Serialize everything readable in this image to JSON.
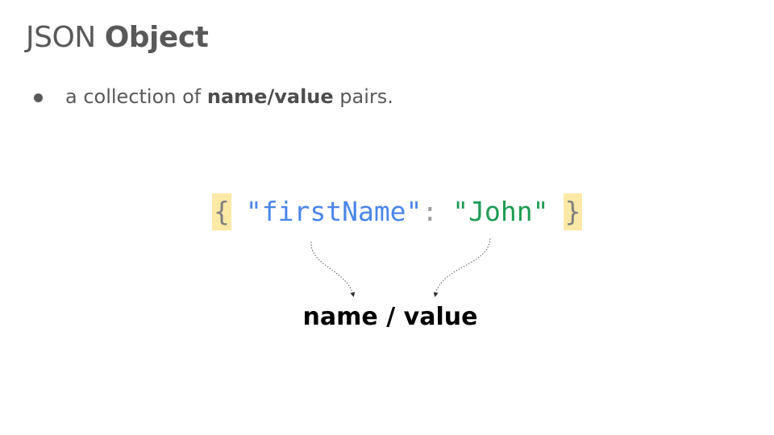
{
  "slide": {
    "title_light": "JSON",
    "title_bold": "Object",
    "bullet": {
      "prefix": "a collection of",
      "term": "name/value",
      "suffix": "pairs."
    },
    "code": {
      "open_brace": "{",
      "key": "\"firstName\"",
      "colon": ":",
      "value": "\"John\"",
      "close_brace": "}"
    },
    "caption": {
      "name": "name",
      "sep": "/",
      "value": "value"
    }
  },
  "colors": {
    "key": "#4a86e8",
    "value": "#1e9c53",
    "brace_highlight": "#fde9a6",
    "text": "#595959"
  }
}
